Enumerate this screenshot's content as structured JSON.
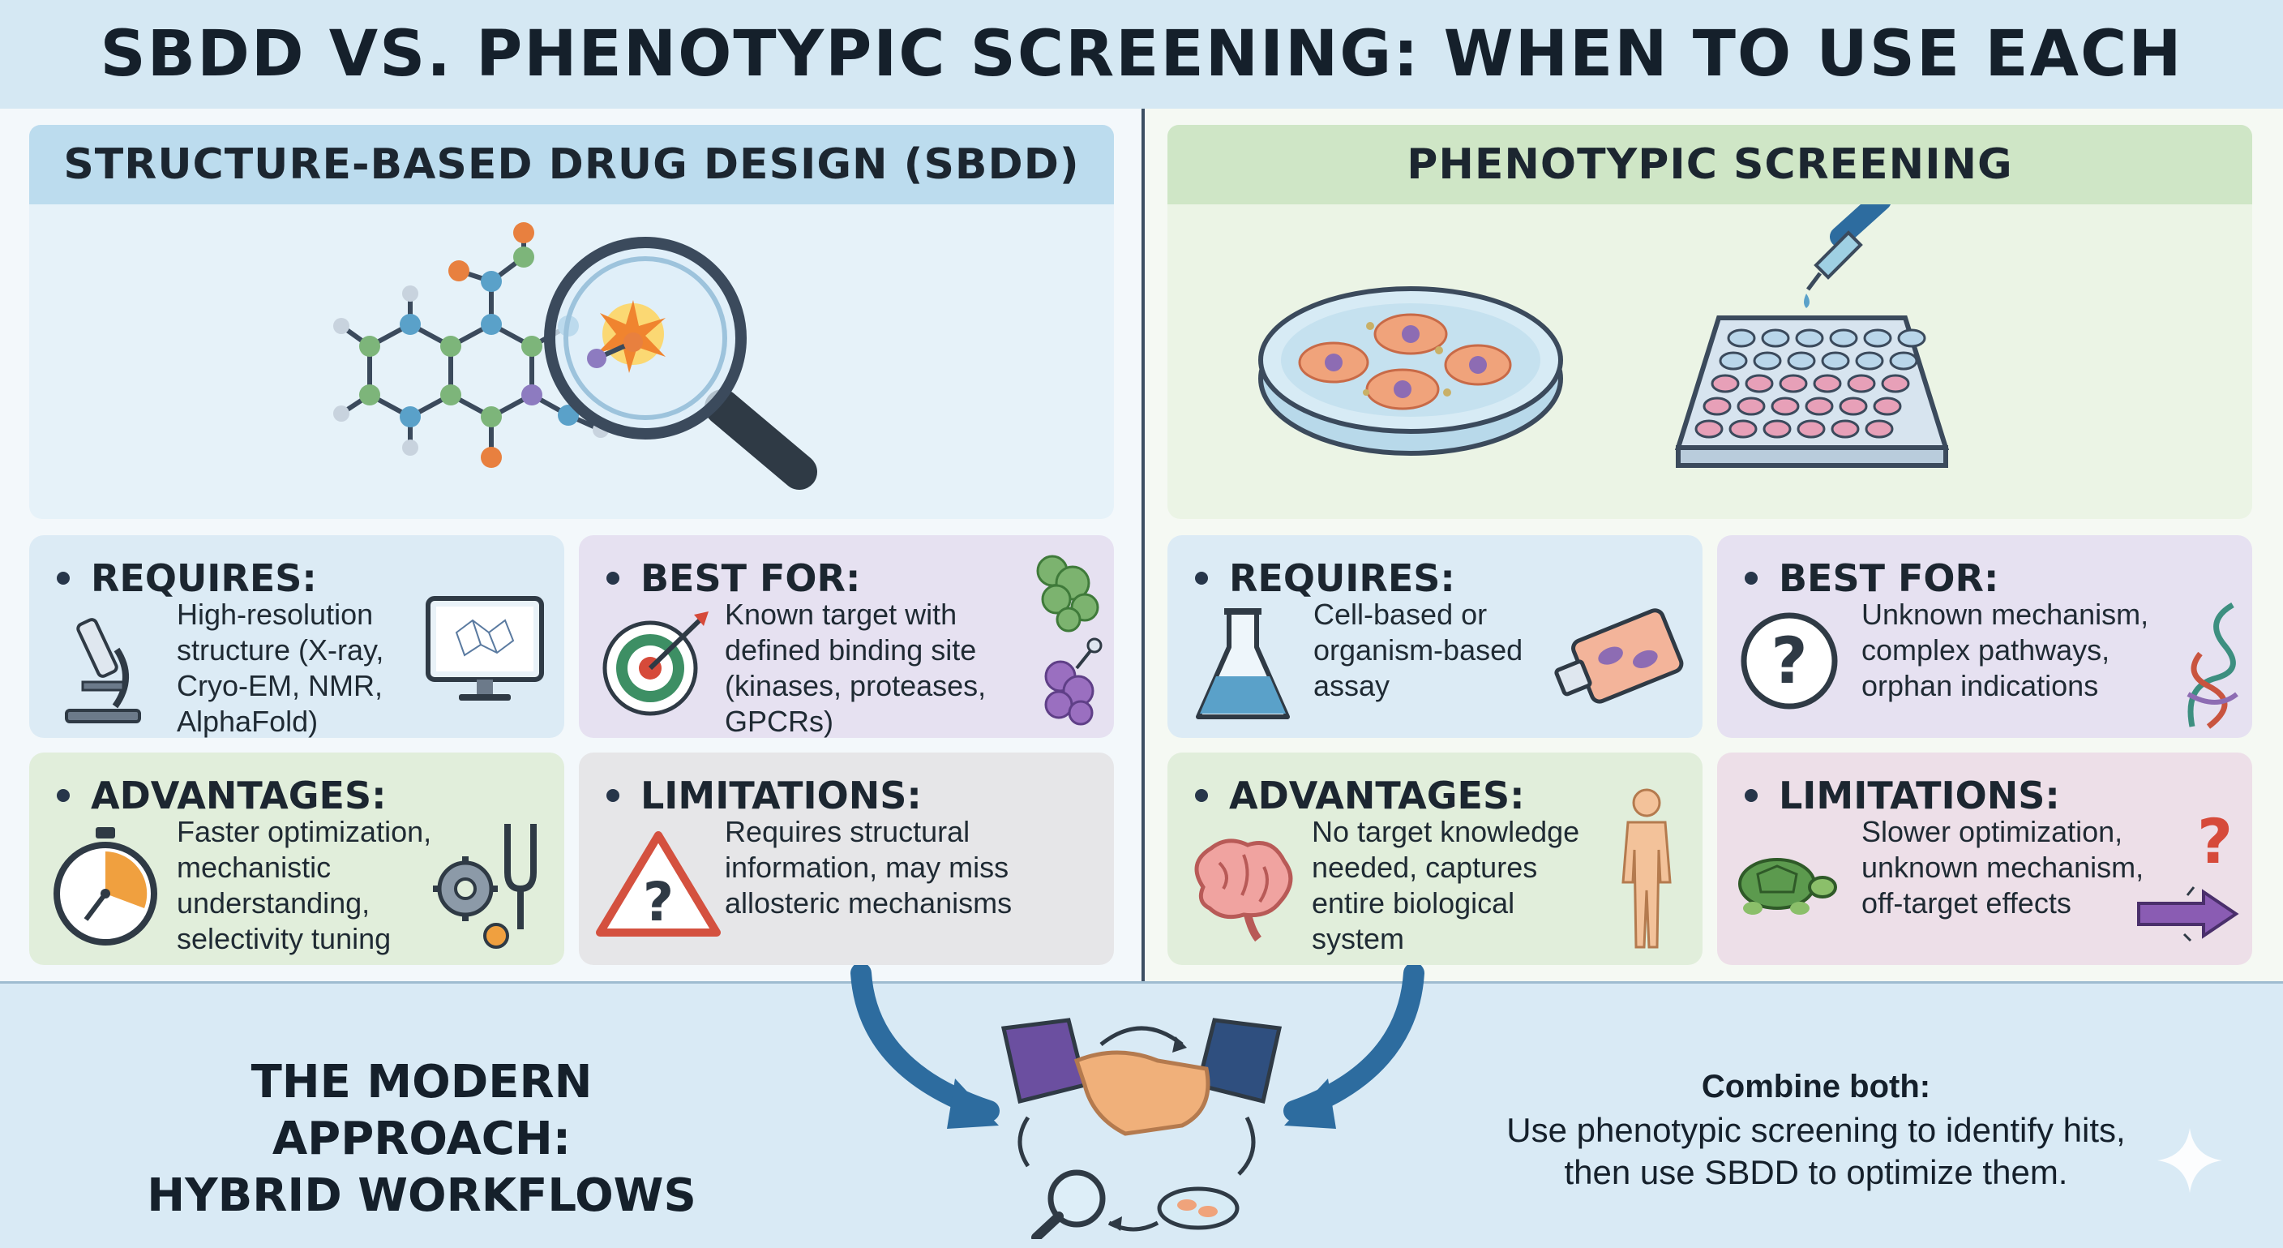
{
  "title": "SBDD VS. PHENOTYPIC SCREENING: WHEN TO USE EACH",
  "left": {
    "header": "STRUCTURE-BASED DRUG DESIGN (SBDD)",
    "requires": {
      "title": "REQUIRES:",
      "text": "High-resolution\nstructure (X-ray,\nCryo-EM, NMR,\nAlphaFold)"
    },
    "best_for": {
      "title": "BEST FOR:",
      "text": "Known target with\ndefined binding site\n(kinases, proteases,\nGPCRs)"
    },
    "advantages": {
      "title": "ADVANTAGES:",
      "text": "Faster optimization,\nmechanistic\nunderstanding,\nselectivity tuning"
    },
    "limitations": {
      "title": "LIMITATIONS:",
      "text": "Requires structural\ninformation, may miss\nallosteric mechanisms"
    }
  },
  "right": {
    "header": "PHENOTYPIC SCREENING",
    "requires": {
      "title": "REQUIRES:",
      "text": "Cell-based or\norganism-based\nassay"
    },
    "best_for": {
      "title": "BEST FOR:",
      "text": "Unknown mechanism,\ncomplex pathways,\norphan indications"
    },
    "advantages": {
      "title": "ADVANTAGES:",
      "text": "No target knowledge\nneeded, captures\nentire biological\nsystem"
    },
    "limitations": {
      "title": "LIMITATIONS:",
      "text": "Slower optimization,\nunknown mechanism,\noff-target effects"
    }
  },
  "bottom": {
    "heading": "THE MODERN APPROACH:\nHYBRID WORKFLOWS",
    "combine_title": "Combine both:",
    "combine_text": "Use phenotypic screening to identify hits,\nthen use SBDD to optimize them."
  },
  "colors": {
    "blue_card": "#dcebf5",
    "purple_card": "#e6e1f1",
    "green_card": "#e1eedb",
    "gray_card": "#e6e6e8",
    "pink_card": "#eddfe8",
    "arrow": "#2d6c9f"
  }
}
